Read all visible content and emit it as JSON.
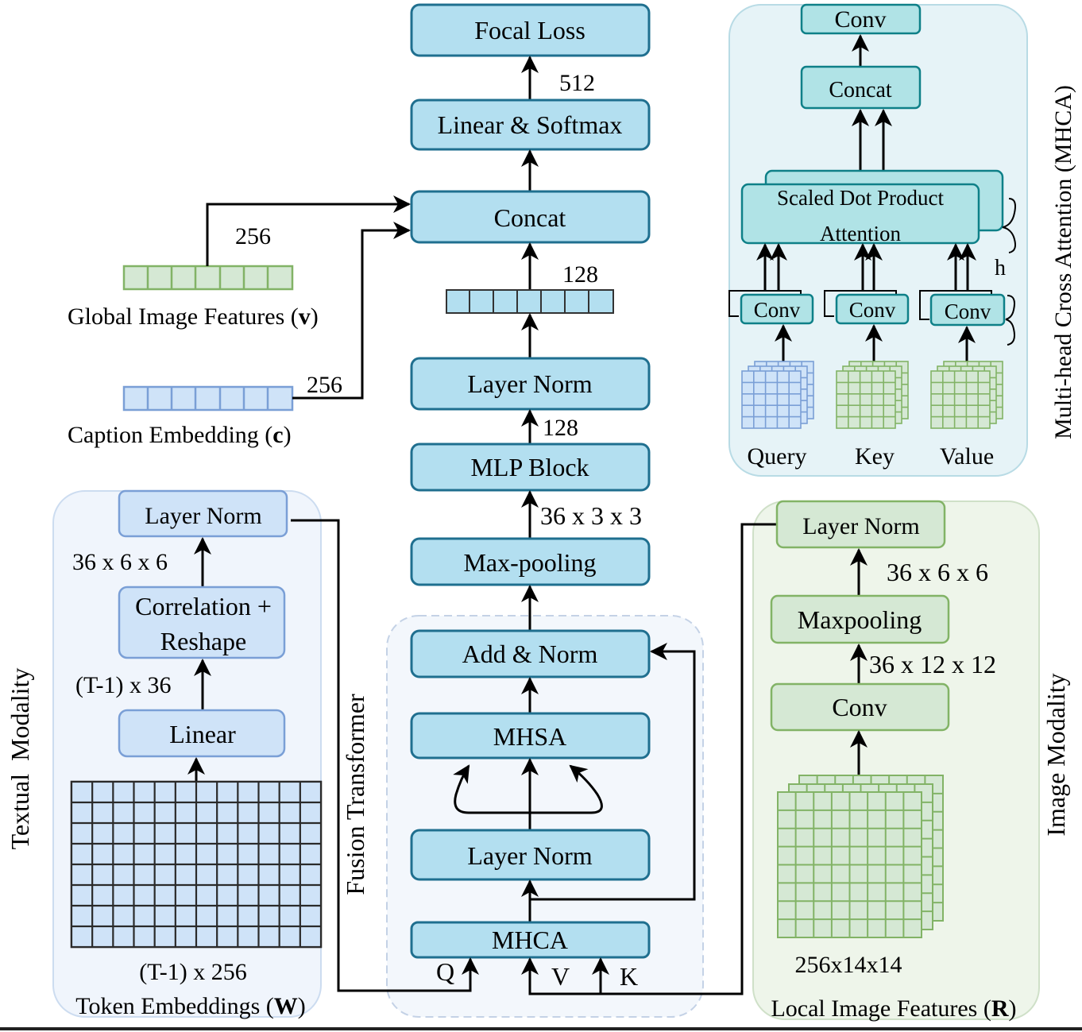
{
  "center": {
    "focal_loss": "Focal Loss",
    "dim_512": "512",
    "linear_softmax": "Linear & Softmax",
    "concat": "Concat",
    "dim_128_top": "128",
    "layer_norm_top": "Layer Norm",
    "dim_128": "128",
    "mlp_block": "MLP Block",
    "dim_36x3x3": "36 x 3 x 3",
    "max_pooling": "Max-pooling",
    "add_norm": "Add & Norm",
    "mhsa": "MHSA",
    "layer_norm_fusion": "Layer Norm",
    "mhca": "MHCA",
    "q": "Q",
    "v": "V",
    "k": "K",
    "fusion_label": "Fusion Transformer"
  },
  "left_inputs": {
    "dim_256_global": "256",
    "global_label": "Global Image Features (",
    "global_symbol": "v",
    "global_close": ")",
    "dim_256_caption": "256",
    "caption_label": "Caption Embedding (",
    "caption_symbol": "c",
    "caption_close": ")"
  },
  "textual": {
    "layer_norm": "Layer Norm",
    "dim_36x6x6": "36 x 6 x 6",
    "correlation_line1": "Correlation +",
    "correlation_line2": "Reshape",
    "dim_t36": "(T-1) x 36",
    "linear": "Linear",
    "dim_t256": "(T-1) x 256",
    "token_label": "Token Embeddings (",
    "token_symbol": "W",
    "token_close": ")",
    "modality_label": "Textual  Modality"
  },
  "image": {
    "layer_norm": "Layer Norm",
    "dim_36x6x6": "36 x 6 x 6",
    "maxpooling": "Maxpooling",
    "dim_36x12x12": "36 x 12 x 12",
    "conv": "Conv",
    "dim_256x14x14": "256x14x14",
    "local_label": "Local Image Features (",
    "local_symbol": "R",
    "local_close": ")",
    "modality_label": "Image Modality"
  },
  "mhca_panel": {
    "conv_top": "Conv",
    "concat": "Concat",
    "sdpa_line1": "Scaled Dot Product",
    "sdpa_line2": "Attention",
    "h": "h",
    "conv_q": "Conv",
    "conv_k": "Conv",
    "conv_v": "Conv",
    "query": "Query",
    "key": "Key",
    "value": "Value",
    "title": "Multi-head Cross Attention (MHCA)"
  },
  "colors": {
    "center_fill": "#b3dff0",
    "center_stroke": "#1f6f8f",
    "text_fill": "#cfe3f8",
    "text_stroke": "#7a9fd6",
    "green_fill": "#d5e8d4",
    "green_stroke": "#82b366",
    "teal_fill": "#b0e3e6",
    "teal_stroke": "#0e8088"
  }
}
